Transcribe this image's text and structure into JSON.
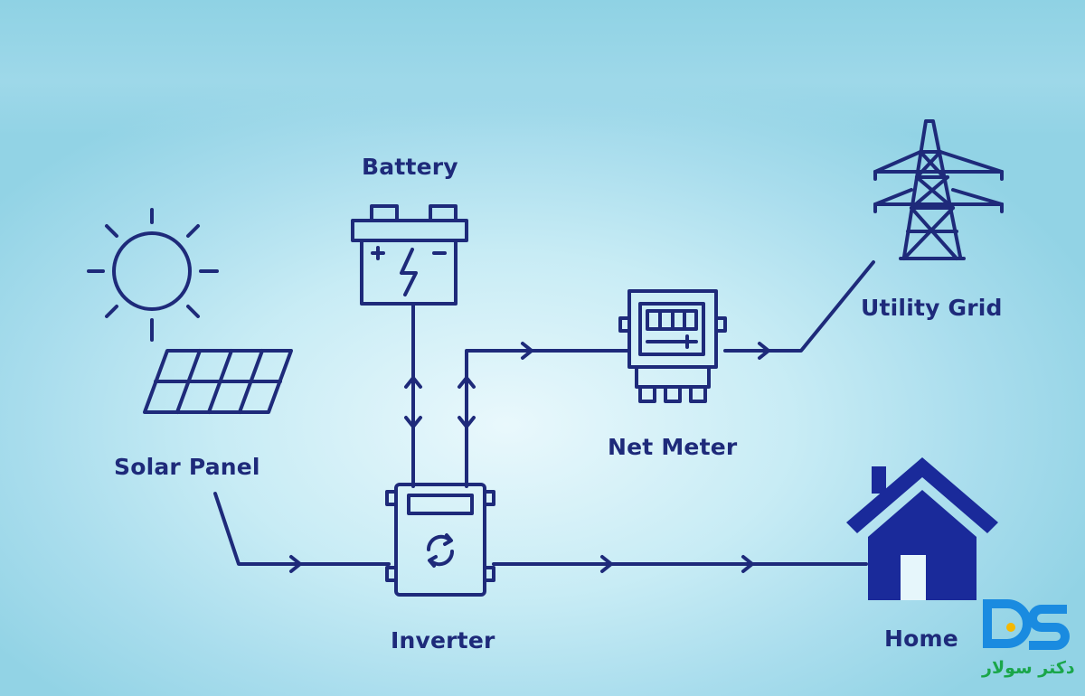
{
  "labels": {
    "battery": "Battery",
    "utility_grid": "Utility Grid",
    "solar_panel": "Solar Panel",
    "net_meter": "Net Meter",
    "inverter": "Inverter",
    "home": "Home"
  },
  "logo": {
    "mark": "DS",
    "text": "دکتر سولار"
  },
  "colors": {
    "line": "#1e2a7a",
    "home_fill": "#1a2a9a",
    "logo_blue": "#1a8be0",
    "logo_green": "#1aa64a",
    "logo_yellow": "#f5b800"
  },
  "icons": [
    "sun-icon",
    "solar-panel-icon",
    "battery-icon",
    "inverter-icon",
    "net-meter-icon",
    "transmission-tower-icon",
    "home-icon"
  ]
}
